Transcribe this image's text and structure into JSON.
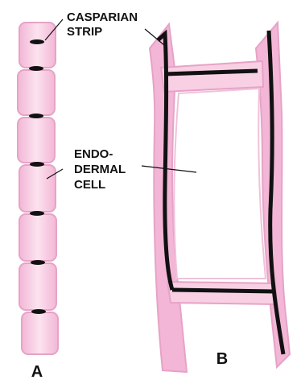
{
  "labels": {
    "casparian_line1": "CASPARIAN",
    "casparian_line2": "STRIP",
    "endo_line1": "ENDO-",
    "endo_line2": "DERMAL",
    "endo_line3": "CELL",
    "panel_a": "A",
    "panel_b": "B"
  },
  "colors": {
    "cell_fill": "#f3b6d6",
    "cell_light": "#fbe3ef",
    "wall": "#e6a3c6",
    "strip": "#111111",
    "background": "#ffffff"
  }
}
